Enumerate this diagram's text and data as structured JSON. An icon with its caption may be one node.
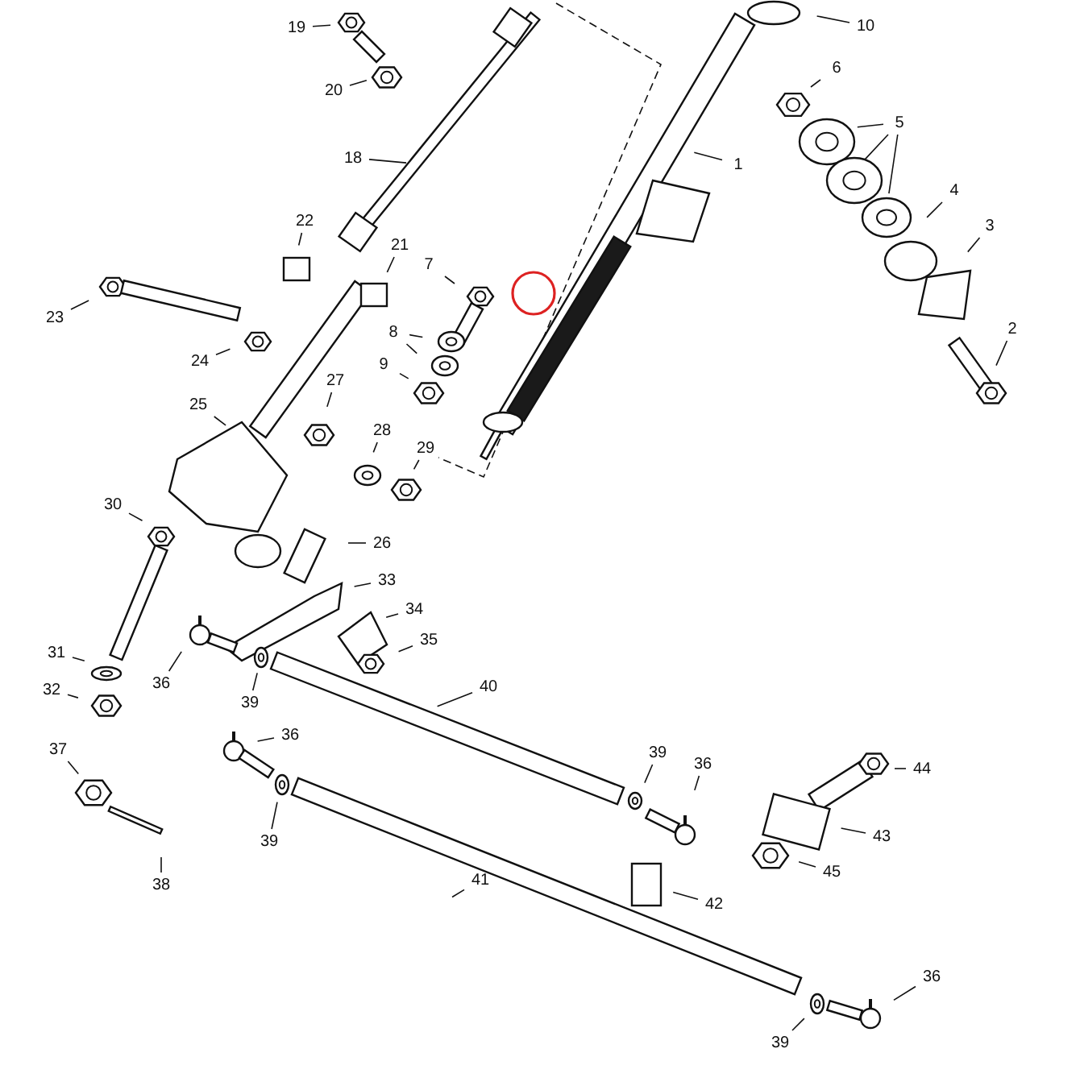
{
  "diagram": {
    "nodes": [
      {
        "text": [
          "19"
        ]
      },
      {
        "text": [
          "10"
        ]
      },
      {
        "text": [
          "6"
        ]
      },
      {
        "text": [
          "20"
        ]
      },
      {
        "text": [
          "5"
        ]
      },
      {
        "text": [
          "18"
        ]
      },
      {
        "text": [
          "1"
        ]
      },
      {
        "text": [
          "4"
        ]
      },
      {
        "text": [
          "22"
        ]
      },
      {
        "text": [
          "3"
        ]
      },
      {
        "text": [
          "21"
        ]
      },
      {
        "text": [
          "7"
        ]
      },
      {
        "text": [
          "23"
        ]
      },
      {
        "text": [
          "2"
        ]
      },
      {
        "text": [
          "8"
        ]
      },
      {
        "text": [
          "24"
        ]
      },
      {
        "text": [
          "9"
        ]
      },
      {
        "text": [
          "27"
        ]
      },
      {
        "text": [
          "25"
        ]
      },
      {
        "text": [
          "28"
        ]
      },
      {
        "text": [
          "29"
        ]
      },
      {
        "text": [
          "30"
        ]
      },
      {
        "text": [
          "26"
        ]
      },
      {
        "text": [
          "33"
        ]
      },
      {
        "text": [
          "34"
        ]
      },
      {
        "text": [
          "35"
        ]
      },
      {
        "text": [
          "31"
        ]
      },
      {
        "text": [
          "36"
        ]
      },
      {
        "text": [
          "40"
        ]
      },
      {
        "text": [
          "32"
        ]
      },
      {
        "text": [
          "39"
        ]
      },
      {
        "text": [
          "36"
        ]
      },
      {
        "text": [
          "39"
        ]
      },
      {
        "text": [
          "37"
        ]
      },
      {
        "text": [
          "44"
        ]
      },
      {
        "text": [
          "36"
        ]
      },
      {
        "text": [
          "43"
        ]
      },
      {
        "text": [
          "39"
        ]
      },
      {
        "text": [
          "45"
        ]
      },
      {
        "text": [
          "41"
        ]
      },
      {
        "text": [
          "38"
        ]
      },
      {
        "text": [
          "42"
        ]
      },
      {
        "text": [
          "36"
        ]
      },
      {
        "text": [
          "39"
        ]
      }
    ],
    "edges": [
      {
        "from": 0,
        "to": null,
        "arrow": "none"
      },
      {
        "from": 1,
        "to": null,
        "arrow": "none"
      },
      {
        "from": 2,
        "to": null,
        "arrow": "none"
      },
      {
        "from": 3,
        "to": null,
        "arrow": "none"
      },
      {
        "from": 4,
        "to": null,
        "arrow": "none"
      },
      {
        "from": 4,
        "to": null,
        "arrow": "none"
      },
      {
        "from": 4,
        "to": null,
        "arrow": "none"
      },
      {
        "from": 5,
        "to": null,
        "arrow": "none"
      },
      {
        "from": 6,
        "to": null,
        "arrow": "none"
      },
      {
        "from": 7,
        "to": null,
        "arrow": "none"
      },
      {
        "from": 8,
        "to": null,
        "arrow": "none"
      },
      {
        "from": 9,
        "to": null,
        "arrow": "none"
      },
      {
        "from": 10,
        "to": null,
        "arrow": "none"
      },
      {
        "from": 11,
        "to": null,
        "arrow": "none"
      },
      {
        "from": 12,
        "to": null,
        "arrow": "none"
      },
      {
        "from": 13,
        "to": null,
        "arrow": "none"
      },
      {
        "from": 14,
        "to": null,
        "arrow": "none"
      },
      {
        "from": 14,
        "to": null,
        "arrow": "none"
      },
      {
        "from": 15,
        "to": null,
        "arrow": "none"
      },
      {
        "from": 16,
        "to": null,
        "arrow": "none"
      },
      {
        "from": 17,
        "to": null,
        "arrow": "none"
      },
      {
        "from": 18,
        "to": null,
        "arrow": "none"
      },
      {
        "from": 19,
        "to": null,
        "arrow": "none"
      },
      {
        "from": 20,
        "to": null,
        "arrow": "none"
      },
      {
        "from": 21,
        "to": null,
        "arrow": "none"
      },
      {
        "from": 22,
        "to": null,
        "arrow": "none"
      },
      {
        "from": 23,
        "to": null,
        "arrow": "none"
      },
      {
        "from": 24,
        "to": null,
        "arrow": "none"
      },
      {
        "from": 25,
        "to": null,
        "arrow": "none"
      },
      {
        "from": 26,
        "to": null,
        "arrow": "none"
      },
      {
        "from": 27,
        "to": null,
        "arrow": "none"
      },
      {
        "from": 28,
        "to": null,
        "arrow": "none"
      },
      {
        "from": 29,
        "to": null,
        "arrow": "none"
      },
      {
        "from": 30,
        "to": null,
        "arrow": "none"
      },
      {
        "from": 31,
        "to": null,
        "arrow": "none"
      },
      {
        "from": 32,
        "to": null,
        "arrow": "none"
      },
      {
        "from": 33,
        "to": null,
        "arrow": "none"
      },
      {
        "from": 34,
        "to": null,
        "arrow": "none"
      },
      {
        "from": 35,
        "to": null,
        "arrow": "none"
      },
      {
        "from": 36,
        "to": null,
        "arrow": "none"
      },
      {
        "from": 37,
        "to": null,
        "arrow": "none"
      },
      {
        "from": 38,
        "to": null,
        "arrow": "none"
      },
      {
        "from": 39,
        "to": null,
        "arrow": "none"
      },
      {
        "from": 40,
        "to": null,
        "arrow": "none"
      },
      {
        "from": 41,
        "to": null,
        "arrow": "none"
      },
      {
        "from": 42,
        "to": null,
        "arrow": "none"
      },
      {
        "from": 43,
        "to": null,
        "arrow": "none"
      }
    ]
  }
}
